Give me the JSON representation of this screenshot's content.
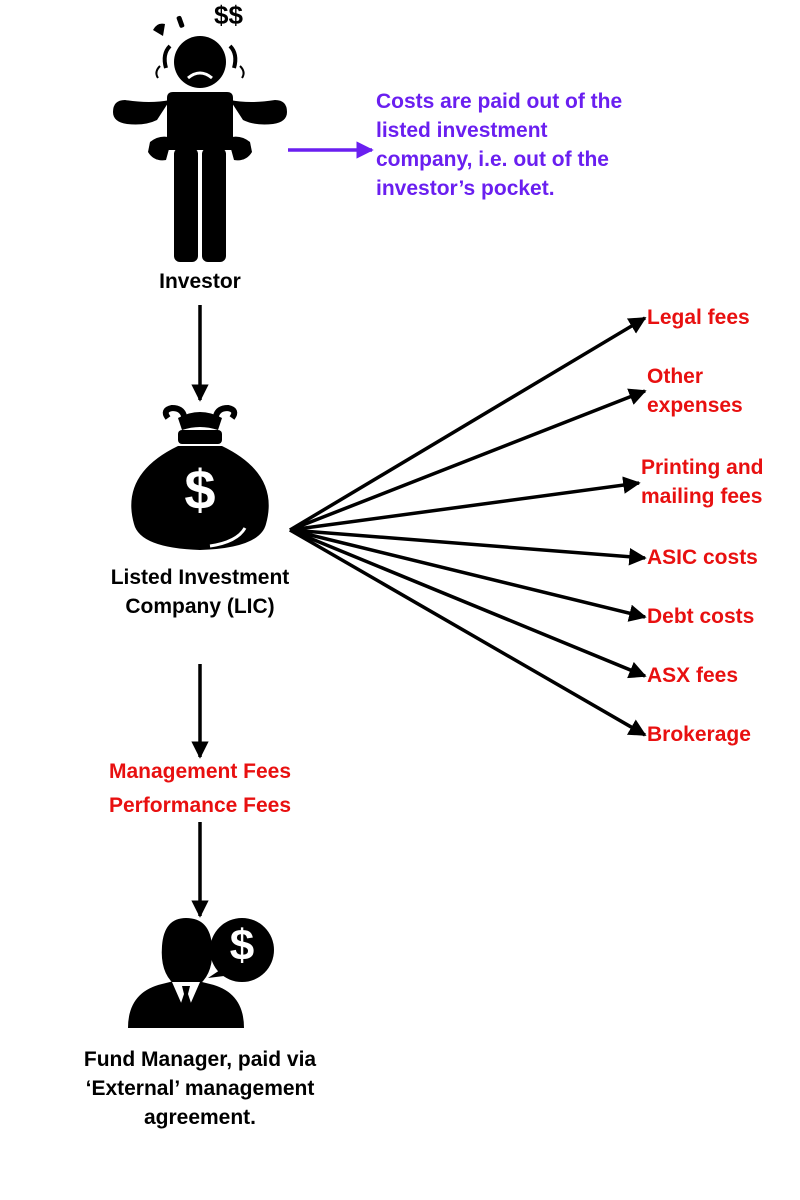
{
  "colors": {
    "black": "#000000",
    "red": "#e81010",
    "purple": "#6a1ff0"
  },
  "investor": {
    "label": "Investor",
    "dollar_signs": "$$",
    "icon": "worried-investor-empty-pockets-icon"
  },
  "note": {
    "text": "Costs are paid out of the listed investment company, i.e. out of the investor’s pocket."
  },
  "lic": {
    "label": "Listed Investment Company (LIC)",
    "icon": "money-bag-icon",
    "symbol": "$"
  },
  "fees": {
    "management": "Management Fees",
    "performance": "Performance Fees"
  },
  "manager": {
    "label": "Fund Manager, paid via ‘External’ management agreement.",
    "icon": "businessman-dollar-bubble-icon",
    "symbol": "$"
  },
  "costs": [
    "Legal fees",
    "Other expenses",
    "Printing and mailing fees",
    "ASIC costs",
    "Debt costs",
    "ASX fees",
    "Brokerage"
  ]
}
